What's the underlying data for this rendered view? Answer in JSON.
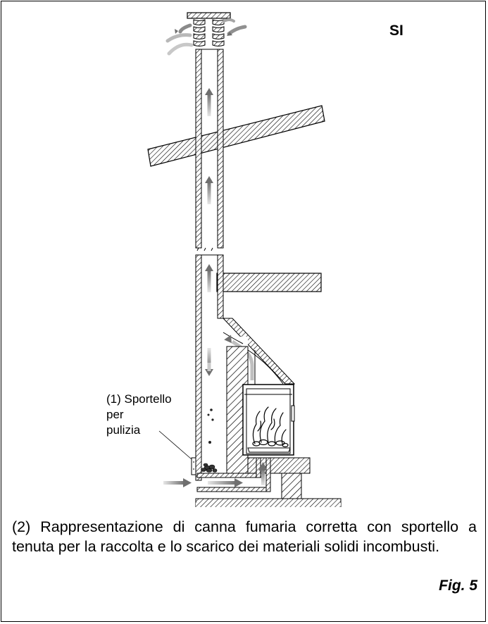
{
  "corner_label": "SI",
  "door_label": {
    "line1": "(1) Sportello",
    "line2": "per",
    "line3": "pulizia"
  },
  "caption": "(2) Rappresentazione di canna fumaria corretta  con sportello a tenuta per la raccolta e lo scarico dei materiali solidi incombusti.",
  "figure_label": "Fig. 5"
}
